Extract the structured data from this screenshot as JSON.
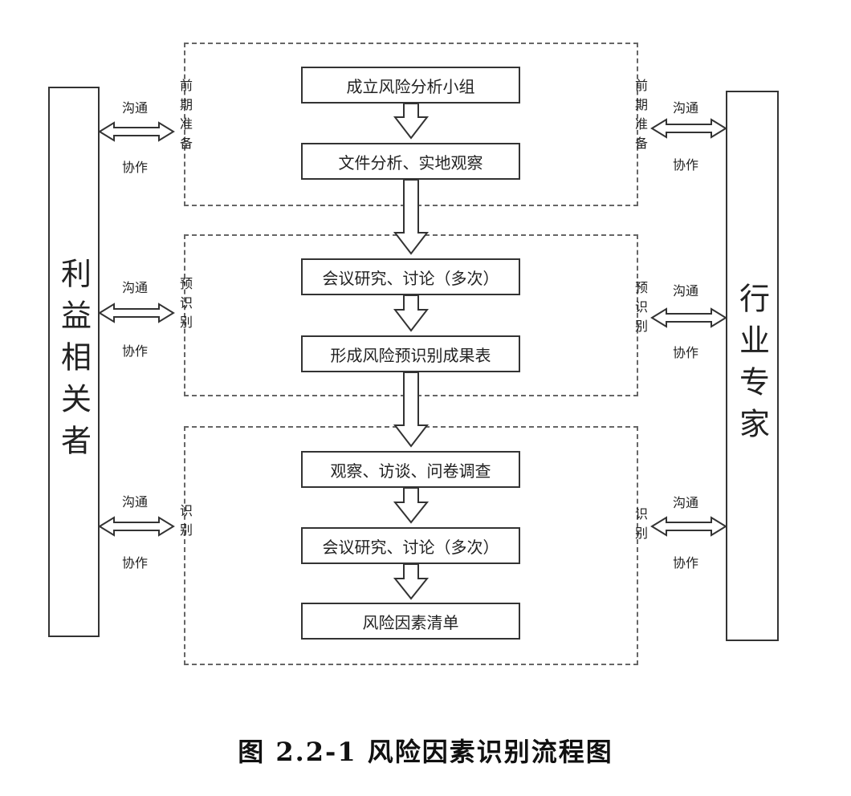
{
  "left_party": "利益相关者",
  "right_party": "行业专家",
  "phases": [
    {
      "label": "前期准备",
      "steps": [
        "成立风险分析小组",
        "文件分析、实地观察"
      ],
      "comm_top": "沟通",
      "comm_bottom": "协作"
    },
    {
      "label": "预识别",
      "steps": [
        "会议研究、讨论（多次）",
        "形成风险预识别成果表"
      ],
      "comm_top": "沟通",
      "comm_bottom": "协作"
    },
    {
      "label": "识别",
      "steps": [
        "观察、访谈、问卷调查",
        "会议研究、讨论（多次）",
        "风险因素清单"
      ],
      "comm_top": "沟通",
      "comm_bottom": "协作"
    }
  ],
  "caption": "图 2.2-1 风险因素识别流程图"
}
